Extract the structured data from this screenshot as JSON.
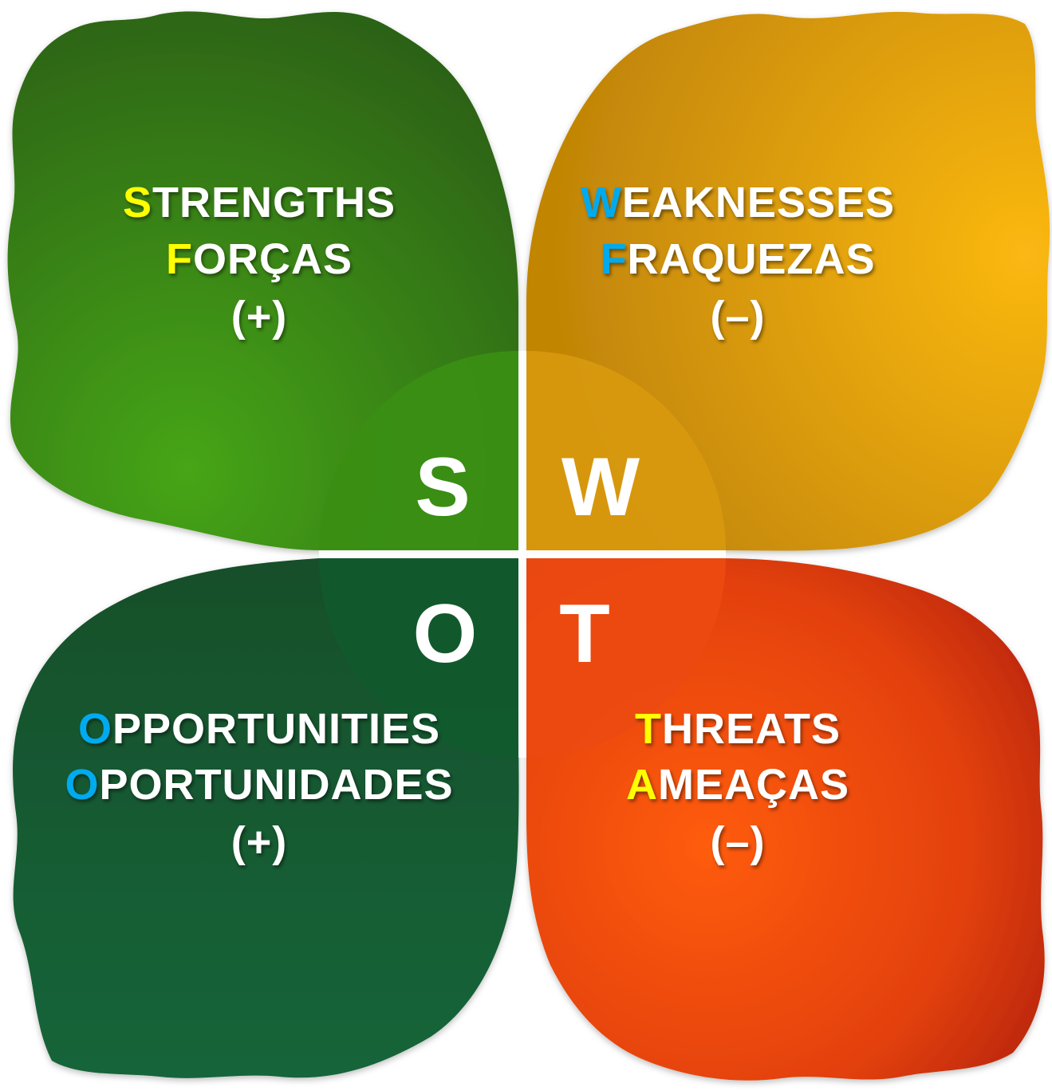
{
  "colors": {
    "strengths_dark": "#2f6a12",
    "strengths_light": "#43a016",
    "weaknesses_dark": "#c88a08",
    "weaknesses_light": "#f6b412",
    "opportunities": "#145f33",
    "threats_light": "#fb5a10",
    "threats_dark": "#b3200a",
    "accent_yellow": "#ffff00",
    "accent_blue": "#00aaee",
    "text": "#ffffff"
  },
  "quadrants": [
    {
      "id": "strengths",
      "letter": "S",
      "lines": [
        {
          "first": "S",
          "rest": "TRENGTHS"
        },
        {
          "first": "F",
          "rest": "ORÇAS"
        },
        {
          "first": "",
          "rest": "(+)"
        }
      ],
      "accent": "yellow"
    },
    {
      "id": "weaknesses",
      "letter": "W",
      "lines": [
        {
          "first": "W",
          "rest": "EAKNESSES"
        },
        {
          "first": "F",
          "rest": "RAQUEZAS"
        },
        {
          "first": "",
          "rest": "(–)"
        }
      ],
      "accent": "blue"
    },
    {
      "id": "opportunities",
      "letter": "O",
      "lines": [
        {
          "first": "O",
          "rest": "PPORTUNITIES"
        },
        {
          "first": "O",
          "rest": "PORTUNIDADES"
        },
        {
          "first": "",
          "rest": "(+)"
        }
      ],
      "accent": "blue"
    },
    {
      "id": "threats",
      "letter": "T",
      "lines": [
        {
          "first": "T",
          "rest": "HREATS"
        },
        {
          "first": "A",
          "rest": "MEAÇAS"
        },
        {
          "first": "",
          "rest": "(–)"
        }
      ],
      "accent": "yellow"
    }
  ]
}
